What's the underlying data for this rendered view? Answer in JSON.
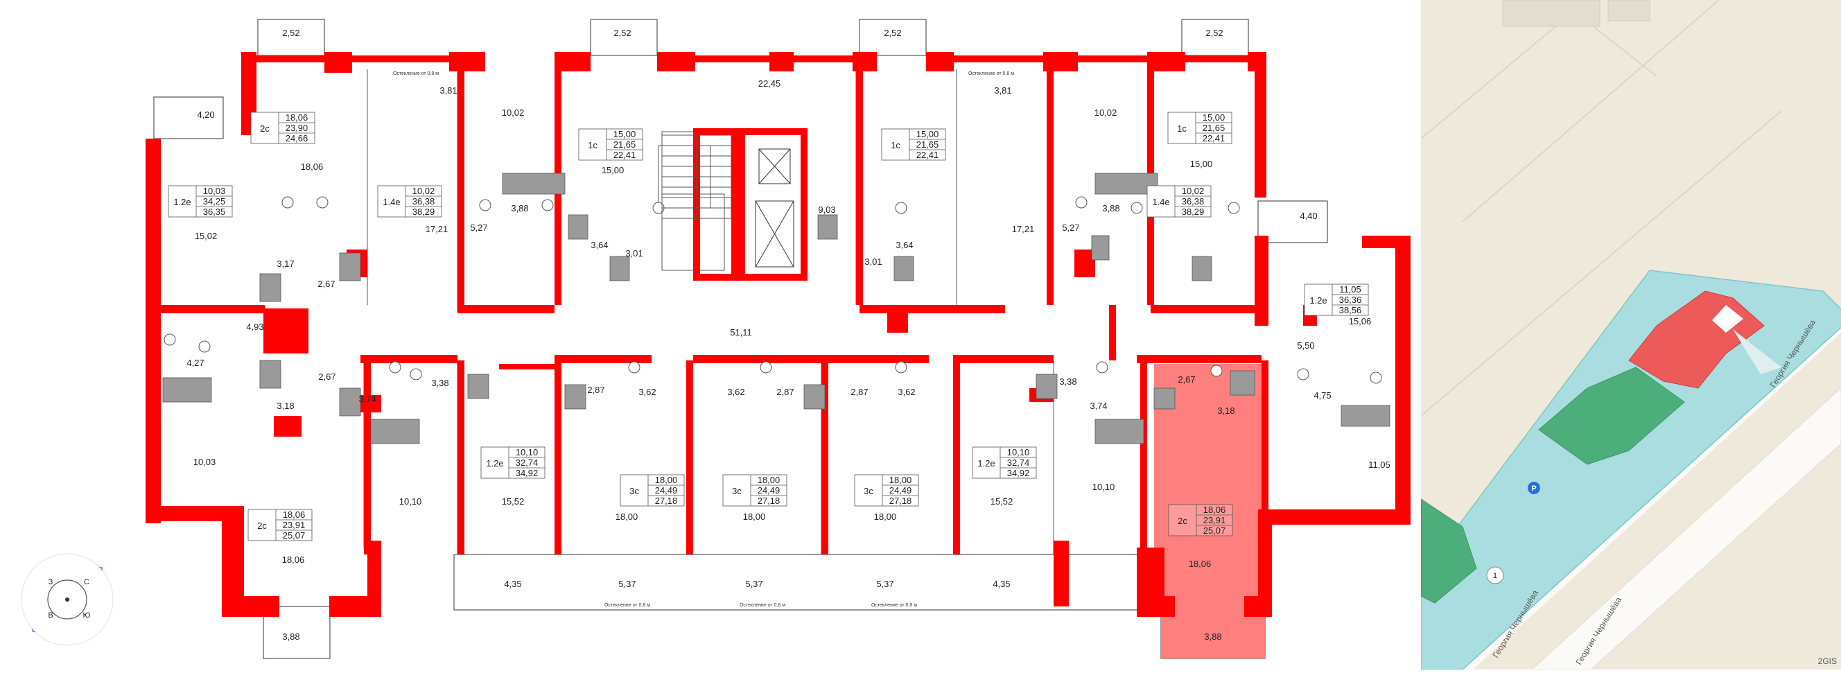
{
  "plan": {
    "balcony_areas_top": [
      "2,52",
      "2,52",
      "2,52",
      "2,52"
    ],
    "balcony_areas_bottom": [
      "3,88",
      "3,88"
    ],
    "loggia_left": "4,20",
    "loggia_right": "4,40",
    "glazing_note": "Остекление от 0,8 м",
    "corridor_area": "51,11",
    "stair_hall_area": "22,45",
    "lift_lobby_area": "9,03",
    "room_labels": [
      "3,81",
      "3,81",
      "10,02",
      "10,02",
      "18,06",
      "15,00",
      "15,00",
      "17,21",
      "17,21",
      "15,02",
      "15,06",
      "3,88",
      "3,88",
      "5,27",
      "5,27",
      "3,64",
      "3,64",
      "3,01",
      "3,01",
      "3,17",
      "2,67",
      "4,93",
      "4,27",
      "2,67",
      "3,18",
      "3,74",
      "3,38",
      "2,87",
      "3,62",
      "3,62",
      "2,87",
      "2,87",
      "3,62",
      "3,38",
      "3,74",
      "3,18",
      "2,67",
      "5,50",
      "4,75",
      "10,03",
      "10,10",
      "15,52",
      "18,00",
      "18,00",
      "18,00",
      "15,52",
      "10,10",
      "11,05",
      "18,06",
      "18,06",
      "4,35",
      "5,37",
      "5,37",
      "5,37",
      "4,35"
    ],
    "apartments": [
      {
        "type": "2с",
        "a": "18,06",
        "b": "23,90",
        "c": "24,66"
      },
      {
        "type": "1.2е",
        "a": "10,03",
        "b": "34,25",
        "c": "36,35"
      },
      {
        "type": "1.4е",
        "a": "10,02",
        "b": "36,38",
        "c": "38,29"
      },
      {
        "type": "1с",
        "a": "15,00",
        "b": "21,65",
        "c": "22,41"
      },
      {
        "type": "1с",
        "a": "15,00",
        "b": "21,65",
        "c": "22,41"
      },
      {
        "type": "1.4е",
        "a": "10,02",
        "b": "36,38",
        "c": "38,29"
      },
      {
        "type": "1с",
        "a": "15,00",
        "b": "21,65",
        "c": "22,41"
      },
      {
        "type": "1.2е",
        "a": "11,05",
        "b": "36,36",
        "c": "38,56"
      },
      {
        "type": "2с",
        "a": "18,06",
        "b": "23,91",
        "c": "25,07"
      },
      {
        "type": "1.2е",
        "a": "10,10",
        "b": "32,74",
        "c": "34,92"
      },
      {
        "type": "3с",
        "a": "18,00",
        "b": "24,49",
        "c": "27,18"
      },
      {
        "type": "3с",
        "a": "18,00",
        "b": "24,49",
        "c": "27,18"
      },
      {
        "type": "3с",
        "a": "18,00",
        "b": "24,49",
        "c": "27,18"
      },
      {
        "type": "1.2е",
        "a": "10,10",
        "b": "32,74",
        "c": "34,92"
      },
      {
        "type": "2с",
        "a": "18,06",
        "b": "23,91",
        "c": "25,07"
      }
    ],
    "highlighted_apartment": {
      "type": "2с",
      "a": "18,06",
      "b": "23,91",
      "c": "25,07",
      "living": "18,06",
      "bath": "3,18",
      "hall": "2,67",
      "balcony": "3,88"
    },
    "colors": {
      "wall": "#ff0000",
      "highlight": "#ff7f7f",
      "line": "#555555"
    }
  },
  "compass": {
    "letters": [
      "З",
      "С",
      "В",
      "Ю"
    ]
  },
  "map": {
    "street_labels": [
      "Георгия Чернышёва",
      "Георгия Чернышёва",
      "Георгия Чернышёва"
    ],
    "parking_icon": "P",
    "entrance_number": "1",
    "attribution": "2GIS",
    "colors": {
      "land": "#efe9dc",
      "road": "#fbfaf6",
      "building_green": "#4cae7a",
      "building_red": "#ec5a5a",
      "site": "#a9dde0"
    }
  }
}
